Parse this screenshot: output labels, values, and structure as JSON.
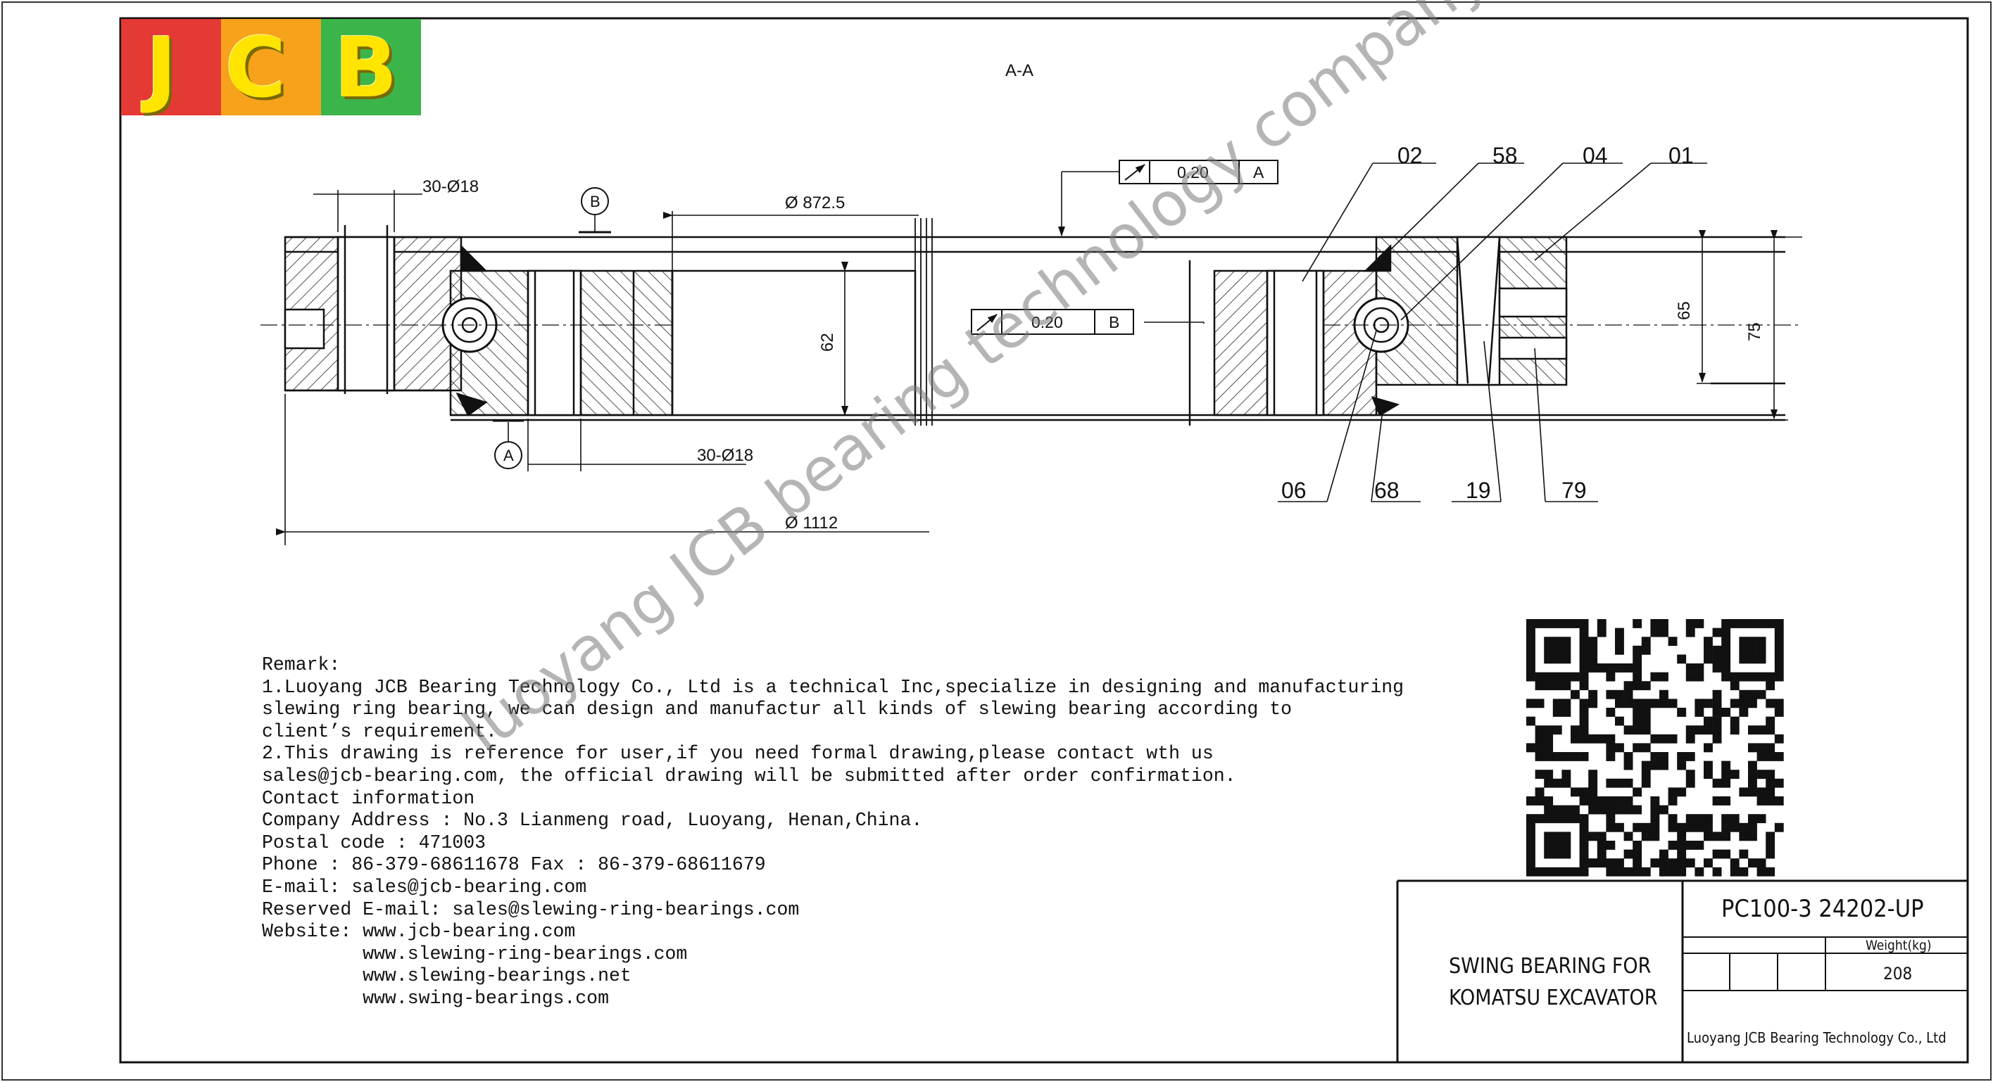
{
  "logo": {
    "letters": [
      "J",
      "C",
      "B"
    ],
    "colors": [
      "#e53935",
      "#f7a21b",
      "#3bb54a"
    ]
  },
  "section_label": "A-A",
  "dimensions": {
    "bolt_holes_top": "30-Ø18",
    "bolt_holes_bottom": "30-Ø18",
    "inner_diameter": "Ø 872.5",
    "outer_diameter": "Ø 1112",
    "inner_height": "62",
    "height_65": "65",
    "height_75": "75"
  },
  "tolerances": [
    {
      "value": "0.20",
      "datum": "A"
    },
    {
      "value": "0.20",
      "datum": "B"
    }
  ],
  "datums": [
    "B",
    "A"
  ],
  "part_numbers": {
    "top": [
      "02",
      "58",
      "04",
      "01"
    ],
    "bottom": [
      "06",
      "68",
      "19",
      "79"
    ]
  },
  "remark": [
    "Remark:",
    "1.Luoyang JCB Bearing Technology Co., Ltd is a technical Inc,specialize in designing and manufacturing",
    "slewing ring bearing, we can design and manufactur all kinds of slewing bearing according to",
    "client’s requirement.",
    "2.This drawing is reference for user,if you need formal drawing,please contact wth us",
    "sales@jcb-bearing.com, the official drawing will be submitted after order confirmation.",
    "Contact information",
    "Company Address : No.3 Lianmeng road, Luoyang, Henan,China.",
    "Postal code : 471003",
    "Phone : 86-379-68611678 Fax : 86-379-68611679",
    "E-mail: sales@jcb-bearing.com",
    "Reserved E-mail: sales@slewing-ring-bearings.com",
    "Website: www.jcb-bearing.com",
    "         www.slewing-ring-bearings.com",
    "         www.slewing-bearings.net",
    "         www.swing-bearings.com"
  ],
  "watermark": "luoyang JCB bearing technology company limited",
  "title_block": {
    "description_line1": "SWING BEARING FOR",
    "description_line2": "KOMATSU EXCAVATOR",
    "model": "PC100-3 24202-UP",
    "weight_label": "Weight(kg)",
    "weight_value": "208",
    "company": "Luoyang JCB Bearing Technology Co., Ltd"
  }
}
